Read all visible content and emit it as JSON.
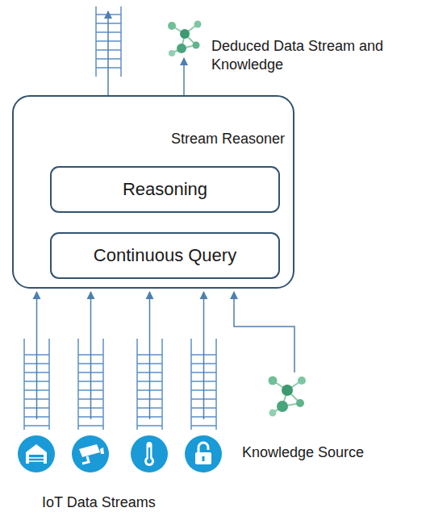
{
  "diagram": {
    "nodes": [
      {
        "text": [
          "Stream Reasoner"
        ]
      },
      {
        "text": [
          "Reasoning"
        ],
        "in": 0
      },
      {
        "text": [
          "Continuous Query"
        ],
        "in": 0
      }
    ],
    "labels": [
      "Deduced Data Stream and Knowledge",
      "Knowledge Source",
      "IoT Data Streams"
    ]
  }
}
